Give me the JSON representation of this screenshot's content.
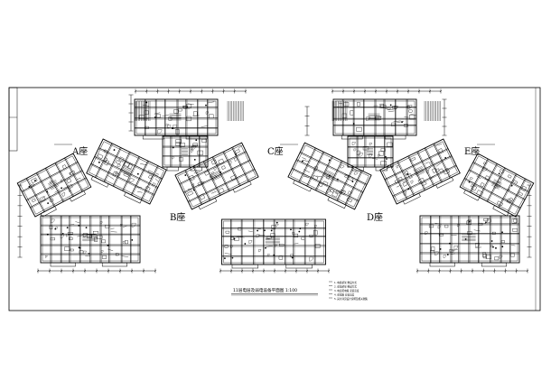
{
  "drawing": {
    "blocks": [
      {
        "id": "A",
        "label": "A座"
      },
      {
        "id": "B",
        "label": "B座"
      },
      {
        "id": "C",
        "label": "C座"
      },
      {
        "id": "D",
        "label": "D座"
      },
      {
        "id": "E",
        "label": "E座"
      }
    ],
    "plan_title": "11层电层及弱电设备平面图 1:100",
    "legend_notes": [
      "1. 电缆桥架 敷设方式",
      "2. 弱电桥架 敷设方式",
      "3. 电层配电箱 安装高度",
      "4. 弱电箱 安装高度",
      "5. 其余详见设计说明及相关图集"
    ]
  }
}
